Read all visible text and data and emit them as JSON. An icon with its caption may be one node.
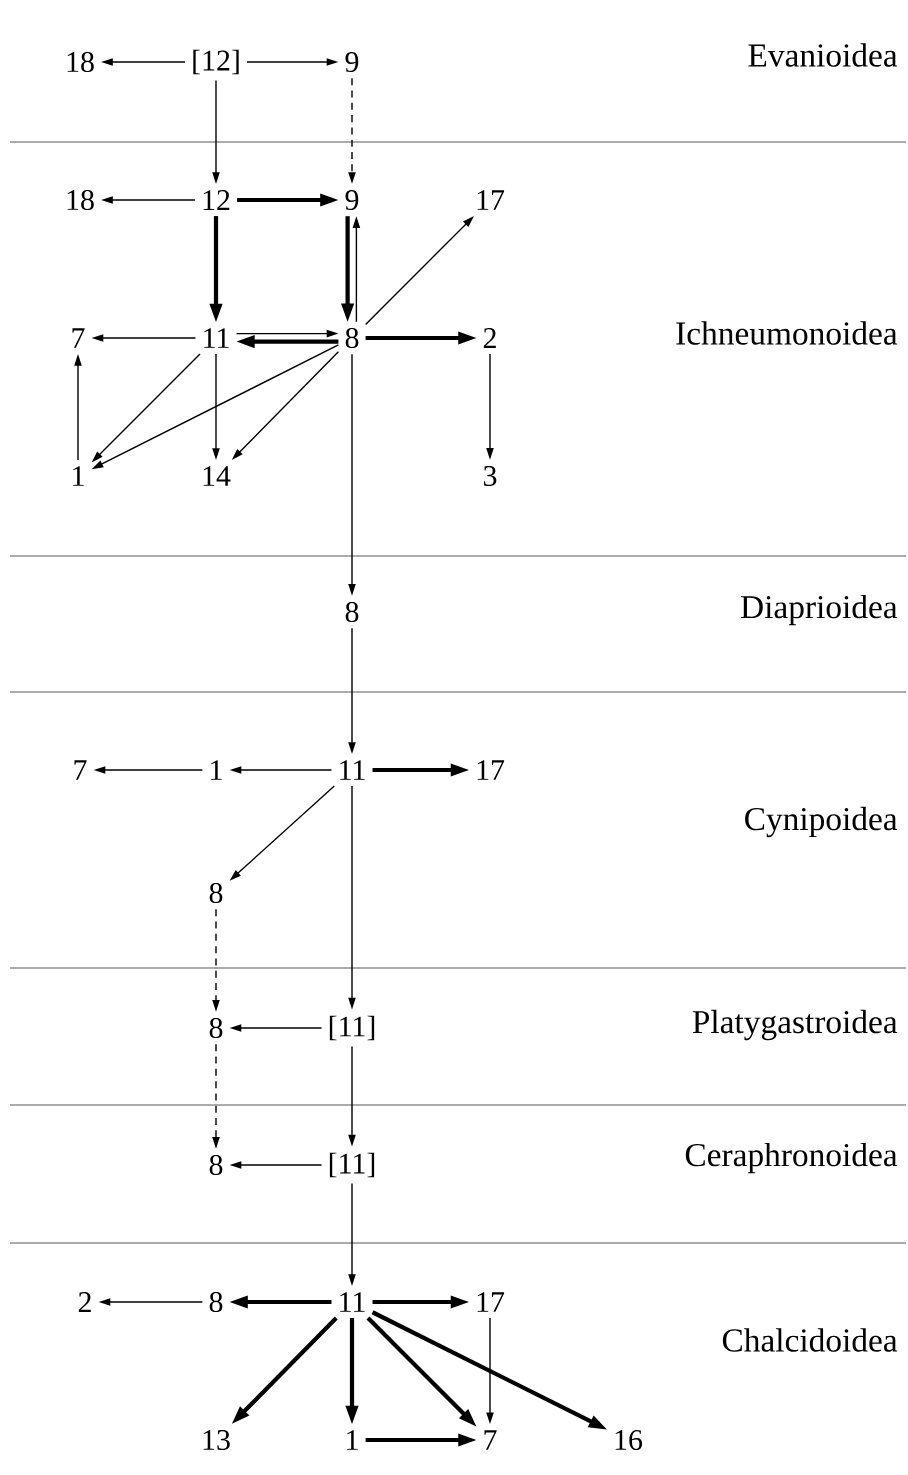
{
  "diagram": {
    "nodes": [
      {
        "text": [
          "18"
        ]
      },
      {
        "text": [
          "[12]"
        ]
      },
      {
        "text": [
          "9"
        ]
      },
      {
        "text": [
          "18"
        ]
      },
      {
        "text": [
          "12"
        ]
      },
      {
        "text": [
          "9"
        ]
      },
      {
        "text": [
          "17"
        ]
      },
      {
        "text": [
          "7"
        ]
      },
      {
        "text": [
          "11"
        ]
      },
      {
        "text": [
          "8"
        ]
      },
      {
        "text": [
          "2"
        ]
      },
      {
        "text": [
          "1"
        ]
      },
      {
        "text": [
          "14"
        ]
      },
      {
        "text": [
          "3"
        ]
      },
      {
        "text": [
          "8"
        ]
      },
      {
        "text": [
          "7"
        ]
      },
      {
        "text": [
          "1"
        ]
      },
      {
        "text": [
          "11"
        ]
      },
      {
        "text": [
          "17"
        ]
      },
      {
        "text": [
          "8"
        ]
      },
      {
        "text": [
          "8"
        ]
      },
      {
        "text": [
          "[11]"
        ]
      },
      {
        "text": [
          "8"
        ]
      },
      {
        "text": [
          "[11]"
        ]
      },
      {
        "text": [
          "2"
        ]
      },
      {
        "text": [
          "8"
        ]
      },
      {
        "text": [
          "11"
        ]
      },
      {
        "text": [
          "17"
        ]
      },
      {
        "text": [
          "13"
        ]
      },
      {
        "text": [
          "1"
        ]
      },
      {
        "text": [
          "7"
        ]
      },
      {
        "text": [
          "16"
        ]
      }
    ],
    "edges": [
      {
        "from": 1,
        "to": 0,
        "arrow": "to"
      },
      {
        "from": 1,
        "to": 2,
        "arrow": "to"
      },
      {
        "from": 2,
        "to": 5,
        "arrow": "to",
        "style": "dashed"
      },
      {
        "from": 1,
        "to": 4,
        "arrow": "to"
      },
      {
        "from": 4,
        "to": 3,
        "arrow": "to"
      },
      {
        "from": 4,
        "to": 5,
        "arrow": "to",
        "style": "thick"
      },
      {
        "from": 4,
        "to": 8,
        "arrow": "to",
        "style": "thick"
      },
      {
        "from": 5,
        "to": 9,
        "arrow": "to",
        "style": "thick"
      },
      {
        "from": 9,
        "to": 5,
        "arrow": "to"
      },
      {
        "from": 9,
        "to": 6,
        "arrow": "to"
      },
      {
        "from": 8,
        "to": 9,
        "arrow": "to"
      },
      {
        "from": 9,
        "to": 8,
        "arrow": "to",
        "style": "thick"
      },
      {
        "from": 9,
        "to": 10,
        "arrow": "to",
        "style": "thick"
      },
      {
        "from": 8,
        "to": 7,
        "arrow": "to"
      },
      {
        "from": 8,
        "to": 11,
        "arrow": "to"
      },
      {
        "from": 9,
        "to": 11,
        "arrow": "to"
      },
      {
        "from": 8,
        "to": 12,
        "arrow": "to"
      },
      {
        "from": 9,
        "to": 12,
        "arrow": "to"
      },
      {
        "from": 11,
        "to": 7,
        "arrow": "to"
      },
      {
        "from": 10,
        "to": 13,
        "arrow": "to"
      },
      {
        "from": 9,
        "to": 14,
        "arrow": "to"
      },
      {
        "from": 14,
        "to": 17,
        "arrow": "to"
      },
      {
        "from": 17,
        "to": 16,
        "arrow": "to"
      },
      {
        "from": 16,
        "to": 15,
        "arrow": "to"
      },
      {
        "from": 17,
        "to": 18,
        "arrow": "to",
        "style": "thick"
      },
      {
        "from": 17,
        "to": 19,
        "arrow": "to"
      },
      {
        "from": 17,
        "to": 21,
        "arrow": "to"
      },
      {
        "from": 19,
        "to": 20,
        "arrow": "to",
        "style": "dashed"
      },
      {
        "from": 21,
        "to": 20,
        "arrow": "to"
      },
      {
        "from": 21,
        "to": 23,
        "arrow": "to"
      },
      {
        "from": 20,
        "to": 22,
        "arrow": "to",
        "style": "dashed"
      },
      {
        "from": 23,
        "to": 22,
        "arrow": "to"
      },
      {
        "from": 23,
        "to": 26,
        "arrow": "to"
      },
      {
        "from": 26,
        "to": 25,
        "arrow": "to",
        "style": "thick"
      },
      {
        "from": 25,
        "to": 24,
        "arrow": "to"
      },
      {
        "from": 26,
        "to": 27,
        "arrow": "to",
        "style": "thick"
      },
      {
        "from": 26,
        "to": 28,
        "arrow": "to",
        "style": "thick"
      },
      {
        "from": 26,
        "to": 29,
        "arrow": "to",
        "style": "thick"
      },
      {
        "from": 26,
        "to": 30,
        "arrow": "to",
        "style": "thick"
      },
      {
        "from": 26,
        "to": 31,
        "arrow": "to",
        "style": "thick"
      },
      {
        "from": 27,
        "to": 30,
        "arrow": "to"
      },
      {
        "from": 29,
        "to": 30,
        "arrow": "to",
        "style": "thick"
      }
    ],
    "labels": [
      "Evanioidea",
      "Ichneumonoidea",
      "Diaprioidea",
      "Cynipoidea",
      "Platygastroidea",
      "Ceraphronoidea",
      "Chalcidoidea"
    ]
  }
}
